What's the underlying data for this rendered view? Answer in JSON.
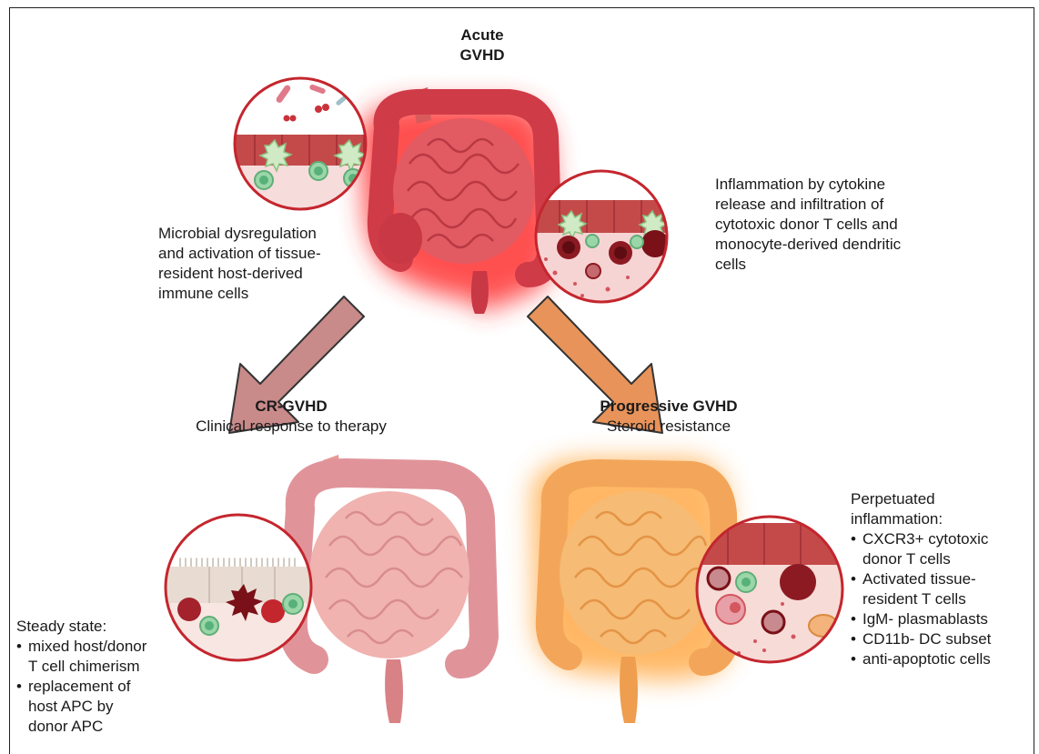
{
  "acute": {
    "title": "Acute\nGVHD"
  },
  "acute_left_note": "Microbial dysregulation\nand activation of tissue-\nresident host-derived\nimmune cells",
  "acute_right_note": "Inflammation by cytokine\nrelease and infiltration of\ncytotoxic donor T cells and\nmonocyte-derived dendritic\ncells",
  "cr": {
    "title": "CR-GVHD",
    "subtitle": "Clinical response to therapy"
  },
  "progressive": {
    "title": "Progressive GVHD",
    "subtitle": "Steroid resistance"
  },
  "steady_state": {
    "heading": "Steady state:",
    "items": [
      "mixed host/donor\nT cell chimerism",
      "replacement of\nhost APC by\ndonor APC"
    ]
  },
  "perpetuated": {
    "heading": "Perpetuated\ninflammation:",
    "items": [
      "CXCR3+ cytotoxic\ndonor T cells",
      "Activated tissue-\nresident T cells",
      "IgM- plasmablasts",
      "CD11b- DC subset",
      "anti-apoptotic cells"
    ]
  },
  "colors": {
    "acute_gut": "#e0505a",
    "acute_glow": "#ff2a2a",
    "cr_gut": "#e8a0a6",
    "prog_gut": "#f5b468",
    "prog_glow": "#ff9a1a",
    "arrow_left": "#c98a8a",
    "arrow_right": "#e8935a",
    "circle_border": "#c4262e",
    "epithelium": "#c44a4a",
    "epithelium_cr": "#e6d6cc",
    "tcell_green": "#7ecb92",
    "dark_cell": "#7a1018"
  }
}
